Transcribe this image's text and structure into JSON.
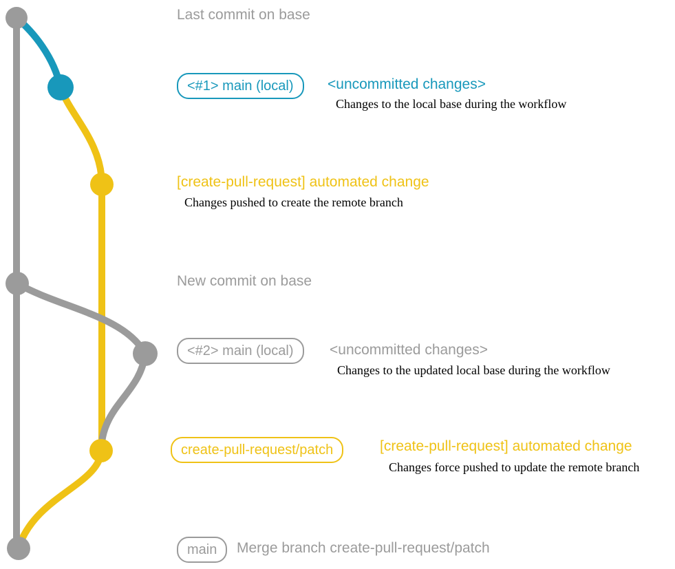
{
  "colors": {
    "base_branch_gray": "#9B9B9B",
    "local_main_blue": "#1898BB",
    "patch_branch_yellow": "#EFC216",
    "description_text": "#000000",
    "background": "#FFFFFF"
  },
  "annotations": [
    {
      "heading": "Last commit on base"
    },
    {
      "badge": "<#1> main (local)",
      "heading": "<uncommitted changes>",
      "description": "Changes to the local base during the workflow"
    },
    {
      "heading": "[create-pull-request] automated change",
      "description": "Changes pushed to create the remote branch"
    },
    {
      "heading": "New commit on base"
    },
    {
      "badge": "<#2> main (local)",
      "heading": "<uncommitted changes>",
      "description": "Changes to the updated local base during the workflow"
    },
    {
      "badge": "create-pull-request/patch",
      "heading": "[create-pull-request] automated change",
      "description": "Changes force pushed to update the remote branch"
    },
    {
      "badge": "main",
      "heading": "Merge branch create-pull-request/patch"
    }
  ],
  "graph": {
    "branches": [
      {
        "name": "base (main)",
        "color": "#9B9B9B"
      },
      {
        "name": "main (local) uncommitted changes",
        "color": "#1898BB"
      },
      {
        "name": "create-pull-request/patch",
        "color": "#EFC216"
      }
    ],
    "commits": [
      {
        "label": "last-commit-on-base",
        "branch": "base (main)",
        "color": "#9B9B9B"
      },
      {
        "label": "uncommitted-changes-1",
        "branch": "main (local) uncommitted changes",
        "color": "#1898BB"
      },
      {
        "label": "automated-change-1",
        "branch": "create-pull-request/patch",
        "color": "#EFC216"
      },
      {
        "label": "new-commit-on-base",
        "branch": "base (main)",
        "color": "#9B9B9B"
      },
      {
        "label": "uncommitted-changes-2",
        "branch": "main (local) uncommitted changes",
        "color": "#9B9B9B"
      },
      {
        "label": "automated-change-2-force-pushed",
        "branch": "create-pull-request/patch",
        "color": "#EFC216"
      },
      {
        "label": "merge-commit",
        "branch": "base (main)",
        "color": "#9B9B9B"
      }
    ]
  }
}
